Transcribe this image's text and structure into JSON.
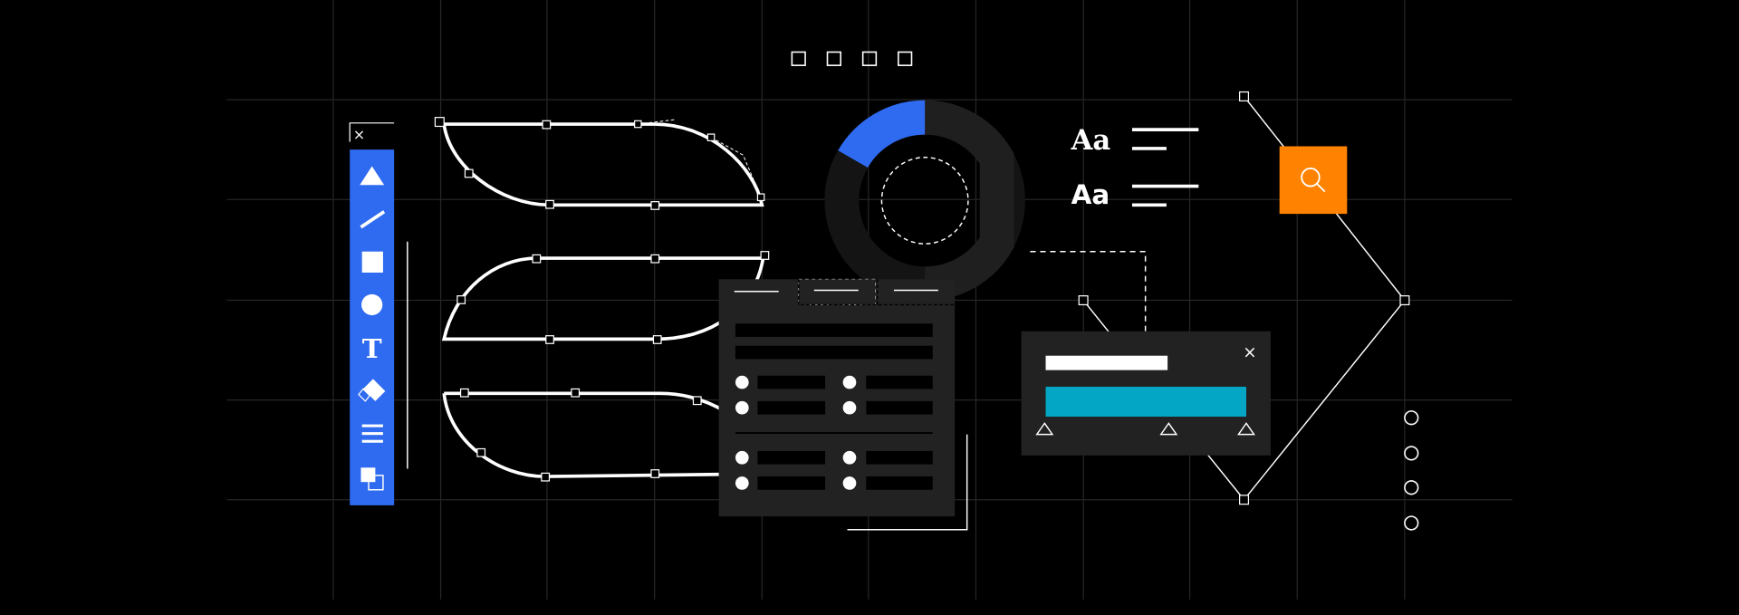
{
  "typography": {
    "sample_1": "Aa",
    "sample_2": "Aa"
  },
  "toolbar": {
    "close_symbol": "×",
    "tools": [
      "triangle-icon",
      "line-icon",
      "square-icon",
      "circle-icon",
      "text-icon",
      "eraser-icon",
      "menu-icon",
      "layers-icon"
    ]
  },
  "dialog": {
    "close_symbol": "×",
    "slider_markers": 3
  },
  "donut": {
    "highlight_fraction": 0.17
  },
  "colors": {
    "background": "#000000",
    "toolbar_blue": "#2f6bf0",
    "panel": "#222222",
    "accent_cyan": "#03a6c4",
    "accent_orange": "#ff8200",
    "grid": "#262626"
  }
}
